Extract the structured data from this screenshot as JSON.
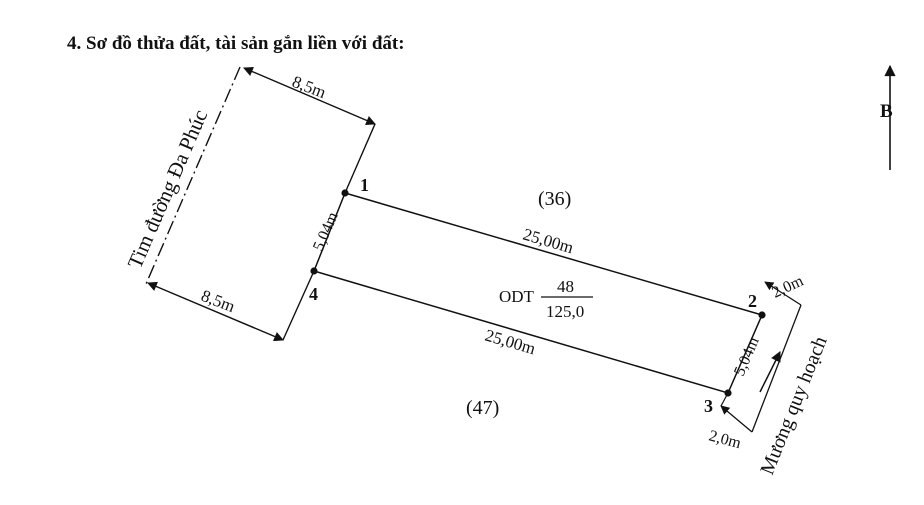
{
  "heading": "4. Sơ đồ thửa đất, tài sản gắn liền với đất:",
  "north_label": "B",
  "road_label": "Tim đường Đa Phúc",
  "canal_label": "Mương quy hoạch",
  "neighbor_north": "(36)",
  "neighbor_south": "(47)",
  "parcel": {
    "land_type": "ODT",
    "parcel_number": "48",
    "area": "125,0"
  },
  "vertices": {
    "v1": "1",
    "v2": "2",
    "v3": "3",
    "v4": "4"
  },
  "dimensions": {
    "top_road_offset": "8,5m",
    "bottom_road_offset": "8,5m",
    "side_1_4": "5,04m",
    "side_1_2": "25,00m",
    "side_4_3": "25,00m",
    "side_2_3": "5,04m",
    "canal_offset_top": "2,0m",
    "canal_offset_bottom": "2,0m"
  },
  "colors": {
    "line": "#111111",
    "background": "#ffffff"
  }
}
